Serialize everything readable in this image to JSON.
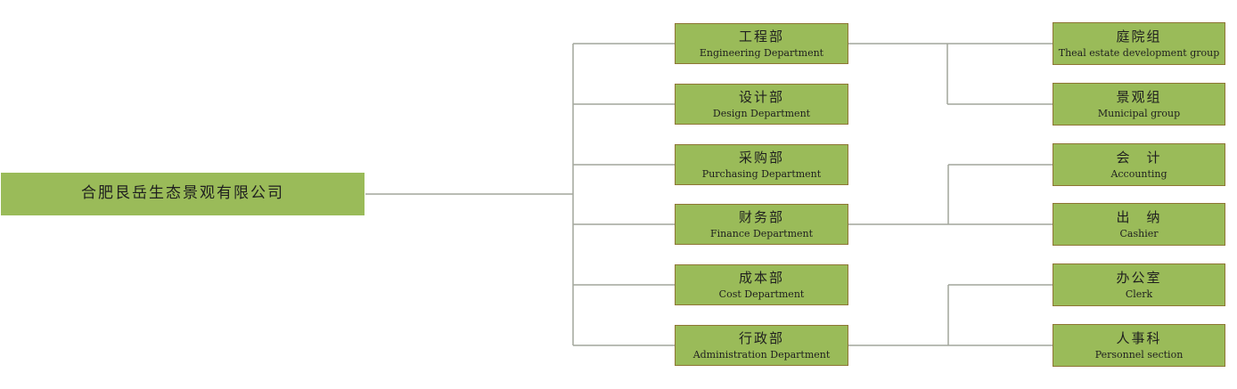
{
  "org_chart": {
    "company": {
      "name_zh": "合肥艮岳生态景观有限公司"
    },
    "departments": [
      {
        "name_zh": "工程部",
        "name_en": "Engineering Department"
      },
      {
        "name_zh": "设计部",
        "name_en": "Design Department"
      },
      {
        "name_zh": "采购部",
        "name_en": "Purchasing Department"
      },
      {
        "name_zh": "财务部",
        "name_en": "Finance Department"
      },
      {
        "name_zh": "成本部",
        "name_en": "Cost Department"
      },
      {
        "name_zh": "行政部",
        "name_en": "Administration Department"
      }
    ],
    "subunits": [
      {
        "name_zh": "庭院组",
        "name_en": "Theal estate development group",
        "parent_zh": "工程部"
      },
      {
        "name_zh": "景观组",
        "name_en": "Municipal group",
        "parent_zh": "工程部"
      },
      {
        "name_zh": "会　计",
        "name_en": "Accounting",
        "parent_zh": "财务部"
      },
      {
        "name_zh": "出　纳",
        "name_en": "Cashier",
        "parent_zh": "财务部"
      },
      {
        "name_zh": "办公室",
        "name_en": "Clerk",
        "parent_zh": "行政部"
      },
      {
        "name_zh": "人事科",
        "name_en": "Personnel section",
        "parent_zh": "行政部"
      }
    ],
    "colors": {
      "box_fill": "#9abb59",
      "box_border": "#8e7635",
      "connector_line": "#a2a69c",
      "text": "#1f1f1f"
    }
  }
}
